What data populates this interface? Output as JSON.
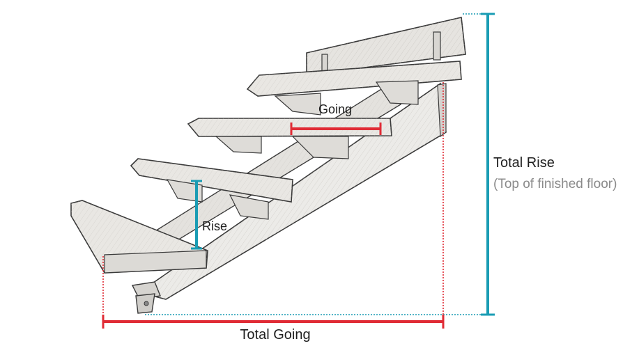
{
  "labels": {
    "going": "Going",
    "rise": "Rise",
    "total_rise": "Total Rise",
    "total_rise_note": "(Top of finished floor)",
    "total_going": "Total Going"
  },
  "colors": {
    "going_line": "#e02b35",
    "rise_line": "#1a9cb4",
    "total_rise_line": "#1a9cb4",
    "total_going_line": "#e02b35",
    "sketch_stroke": "#3a3a3a",
    "wood_fill": "#e9e7e3"
  }
}
